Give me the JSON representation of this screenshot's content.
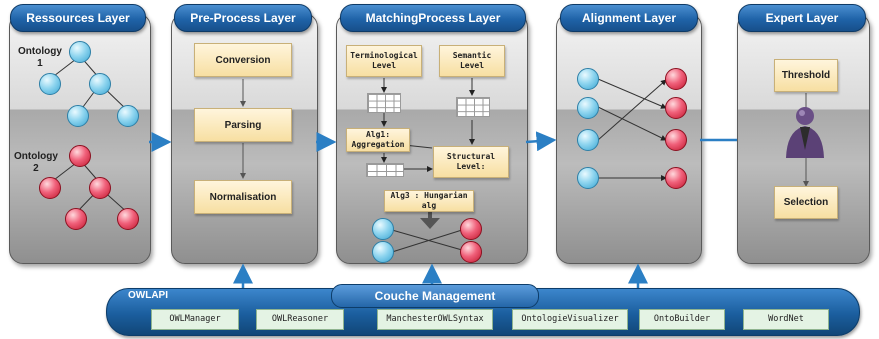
{
  "layers": {
    "resources": "Ressources Layer",
    "preprocess": "Pre-Process Layer",
    "matching": "MatchingProcess Layer",
    "alignment": "Alignment Layer",
    "expert": "Expert Layer"
  },
  "resources": {
    "ontology1": "Ontology\n1",
    "ontology2": "Ontology\n2"
  },
  "preprocess": {
    "conversion": "Conversion",
    "parsing": "Parsing",
    "normalisation": "Normalisation"
  },
  "matching": {
    "terminological": "Terminological\nLevel",
    "semantic": "Semantic\nLevel",
    "alg1": "Alg1:\nAggregation",
    "structural": "Structural\nLevel:",
    "alg3": "Alg3 : Hungarian\nalg"
  },
  "expert": {
    "threshold": "Threshold",
    "selection": "Selection"
  },
  "bottom": {
    "title": "Couche Management",
    "owlapi": "OWLAPI",
    "tools": [
      "OWLManager",
      "OWLReasoner",
      "ManchesterOWLSyntax",
      "OntologieVisualizer",
      "OntoBuilder",
      "WordNet"
    ]
  },
  "colors": {
    "layer_title": "#1f63a8",
    "node_blue": "#3aa6d3",
    "node_red": "#c0182e",
    "flow_arrow": "#2b7fc4",
    "box": "#f7dfa2"
  }
}
